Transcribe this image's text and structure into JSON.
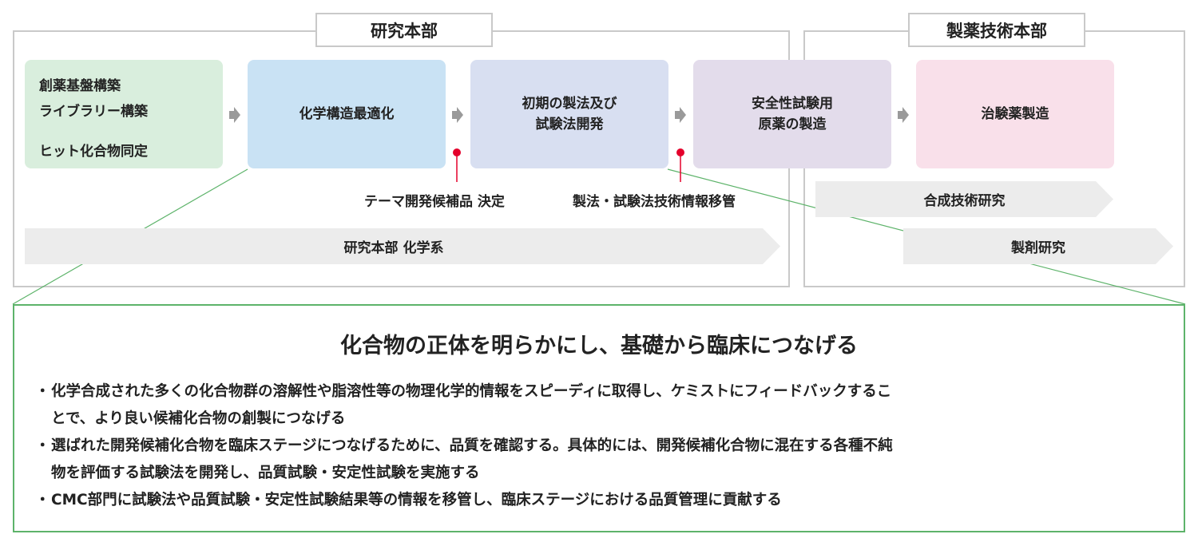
{
  "sections": {
    "research": {
      "label": "研究本部"
    },
    "tech": {
      "label": "製薬技術本部"
    }
  },
  "stages": [
    {
      "id": "discovery",
      "lines": [
        "創薬基盤構築",
        "ライブラリー構築",
        "ヒット化合物同定"
      ],
      "color": "#d9eedd"
    },
    {
      "id": "optimization",
      "text": "化学構造最適化",
      "color": "#c9e2f4"
    },
    {
      "id": "initial-process",
      "text": "初期の製法及び\n試験法開発",
      "color": "#d8dff1"
    },
    {
      "id": "safety-api",
      "text": "安全性試験用\n原薬の製造",
      "color": "#e3dceb"
    },
    {
      "id": "clinical-manufacturing",
      "text": "治験薬製造",
      "color": "#f9e0ea"
    }
  ],
  "milestones": [
    {
      "id": "candidate-decision",
      "label": "テーマ開発候補品 決定",
      "color": "#e4002b"
    },
    {
      "id": "tech-transfer",
      "label": "製法・試験法技術情報移管",
      "color": "#e4002b"
    }
  ],
  "bands": [
    {
      "id": "research-chemistry",
      "label": "研究本部 化学系"
    },
    {
      "id": "synthesis-tech",
      "label": "合成技術研究"
    },
    {
      "id": "formulation",
      "label": "製剤研究"
    }
  ],
  "detail": {
    "title": "化合物の正体を明らかにし、基礎から臨床につなげる",
    "bullet_marker": "・",
    "bullets": [
      [
        "化学合成された多くの化合物群の溶解性や脂溶性等の物理化学的情報をスピーディに取得し、ケミストにフィードバックするこ",
        "とで、より良い候補化合物の創製につなげる"
      ],
      [
        "選ばれた開発候補化合物を臨床ステージにつなげるために、品質を確認する。具体的には、開発候補化合物に混在する各種不純",
        "物を評価する試験法を開発し、品質試験・安定性試験を実施する"
      ],
      [
        "CMC部門に試験法や品質試験・安定性試験結果等の情報を移管し、臨床ステージにおける品質管理に貢献する"
      ]
    ]
  },
  "colors": {
    "frame": "#c9c9c9",
    "band": "#ececec",
    "arrow": "#9a9a9a",
    "highlight_border": "#5db36a"
  }
}
